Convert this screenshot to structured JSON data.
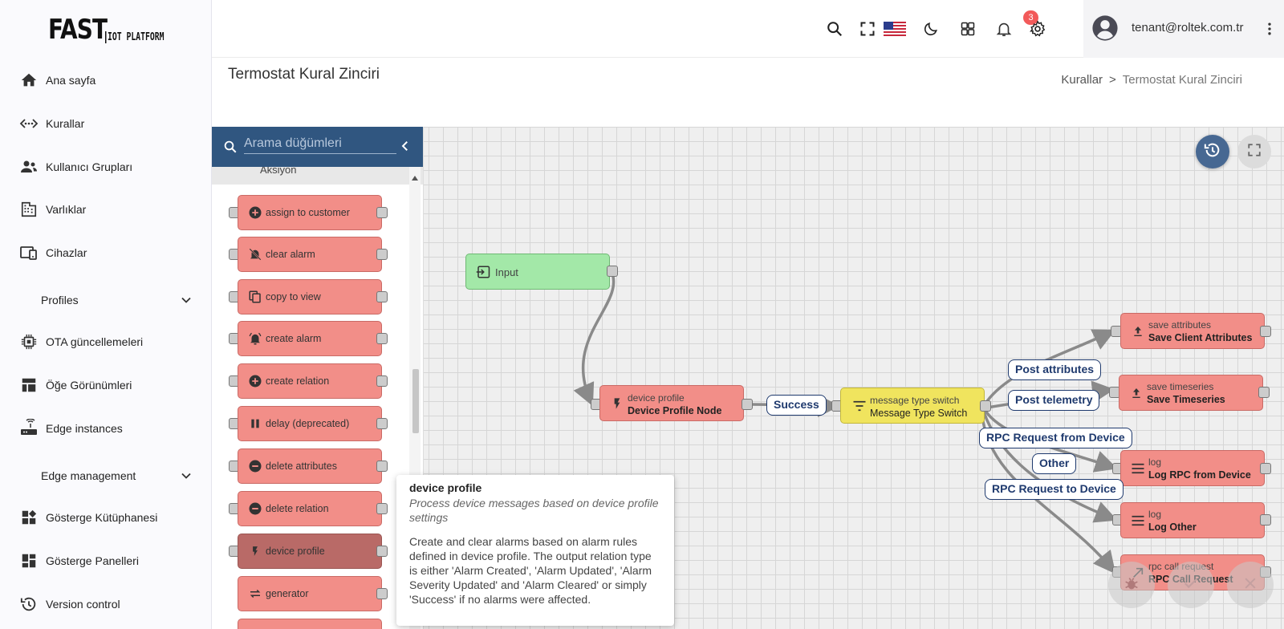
{
  "logo": {
    "main": "FAST",
    "sub": "IOT PLATFORM"
  },
  "sidebar": {
    "items": [
      {
        "label": "Ana sayfa",
        "icon": "home-icon"
      },
      {
        "label": "Kurallar",
        "icon": "rule-chain-icon"
      },
      {
        "label": "Kullanıcı Grupları",
        "icon": "user-group-icon"
      },
      {
        "label": "Varlıklar",
        "icon": "building-icon"
      },
      {
        "label": "Cihazlar",
        "icon": "devices-icon"
      },
      {
        "label": "Profiles",
        "icon": "chevron-down-icon",
        "group": true
      },
      {
        "label": "OTA güncellemeleri",
        "icon": "chip-icon"
      },
      {
        "label": "Öğe Görünümleri",
        "icon": "widget-layout-icon"
      },
      {
        "label": "Edge instances",
        "icon": "router-icon"
      },
      {
        "label": "Edge management",
        "icon": "chevron-down-icon",
        "group": true
      },
      {
        "label": "Gösterge Kütüphanesi",
        "icon": "widget-library-icon"
      },
      {
        "label": "Gösterge Panelleri",
        "icon": "dashboard-icon"
      },
      {
        "label": "Version control",
        "icon": "history-icon"
      }
    ]
  },
  "header": {
    "notification_count": "3",
    "user_email": "tenant@roltek.com.tr",
    "icons": [
      "search-icon",
      "fullscreen-icon",
      "us-flag-icon",
      "dark-mode-icon",
      "apps-icon",
      "bell-icon",
      "gear-icon",
      "avatar-icon",
      "more-vert-icon"
    ]
  },
  "page": {
    "title": "Termostat Kural Zinciri",
    "breadcrumb": {
      "parent": "Kurallar",
      "separator": ">",
      "current": "Termostat Kural Zinciri"
    }
  },
  "library": {
    "search_placeholder": "Arama düğümleri",
    "category": "Aksiyon",
    "nodes": [
      {
        "label": "assign to customer",
        "icon": "add-circle-icon"
      },
      {
        "label": "clear alarm",
        "icon": "notifications-off-icon"
      },
      {
        "label": "copy to view",
        "icon": "copy-icon"
      },
      {
        "label": "create alarm",
        "icon": "alarm-active-icon"
      },
      {
        "label": "create relation",
        "icon": "add-circle-icon"
      },
      {
        "label": "delay (deprecated)",
        "icon": "pause-icon"
      },
      {
        "label": "delete attributes",
        "icon": "remove-circle-icon"
      },
      {
        "label": "delete relation",
        "icon": "remove-circle-icon"
      },
      {
        "label": "device profile",
        "icon": "flash-icon",
        "selected": true
      },
      {
        "label": "generator",
        "icon": "repeat-icon"
      }
    ]
  },
  "canvas": {
    "nodes": {
      "input": {
        "label": "Input"
      },
      "device_profile": {
        "type": "device profile",
        "name": "Device Profile Node"
      },
      "msg_switch": {
        "type": "message type switch",
        "name": "Message Type Switch"
      },
      "save_attr": {
        "type": "save attributes",
        "name": "Save Client Attributes"
      },
      "save_ts": {
        "type": "save timeseries",
        "name": "Save Timeseries"
      },
      "log_rpc": {
        "type": "log",
        "name": "Log RPC from Device"
      },
      "log_other": {
        "type": "log",
        "name": "Log Other"
      },
      "rpc_call": {
        "type": "rpc call request",
        "name": "RPC Call Request"
      }
    },
    "relations": {
      "success": "Success",
      "post_attributes": "Post attributes",
      "post_telemetry": "Post telemetry",
      "rpc_from_device": "RPC Request from Device",
      "other": "Other",
      "rpc_to_device": "RPC Request to Device"
    }
  },
  "tooltip": {
    "title": "device profile",
    "subtitle": "Process device messages based on device profile settings",
    "description": "Create and clear alarms based on alarm rules defined in device profile. The output relation type is either 'Alarm Created', 'Alarm Updated', 'Alarm Severity Updated' and 'Alarm Cleared' or simply 'Success' if no alarms were affected."
  },
  "colors": {
    "input_node": "#a3e8a8",
    "action_node": "#f28e88",
    "filter_node": "#f0e45e",
    "library_header": "#305680",
    "relation_label": "#1f3a6e"
  }
}
